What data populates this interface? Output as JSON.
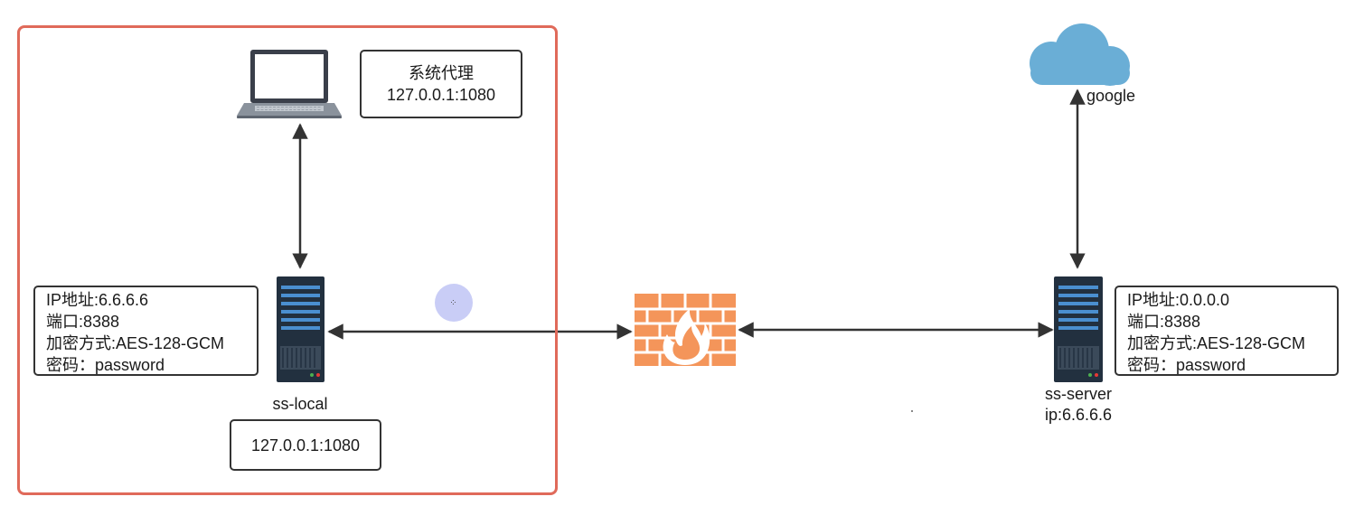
{
  "system_proxy_box": {
    "title": "系统代理",
    "address": "127.0.0.1:1080"
  },
  "local_config": {
    "lines": [
      "IP地址:6.6.6.6",
      "端口:8388",
      "加密方式:AES-128-GCM",
      "密码：password"
    ]
  },
  "local_server": {
    "label": "ss-local"
  },
  "local_listen": {
    "address": "127.0.0.1:1080"
  },
  "remote_server": {
    "label": "ss-server",
    "ip": "ip:6.6.6.6"
  },
  "remote_config": {
    "lines": [
      "IP地址:0.0.0.0",
      "端口:8388",
      "加密方式:AES-128-GCM",
      "密码：password"
    ]
  },
  "cloud": {
    "label": "google",
    "icon": "cloud-icon",
    "color": "#6aaed6"
  },
  "firewall": {
    "icon": "firewall-icon",
    "color": "#f4955a"
  },
  "colors": {
    "region_border": "#e06a5a",
    "server": "#2a3a4a",
    "arrow": "#333333"
  }
}
